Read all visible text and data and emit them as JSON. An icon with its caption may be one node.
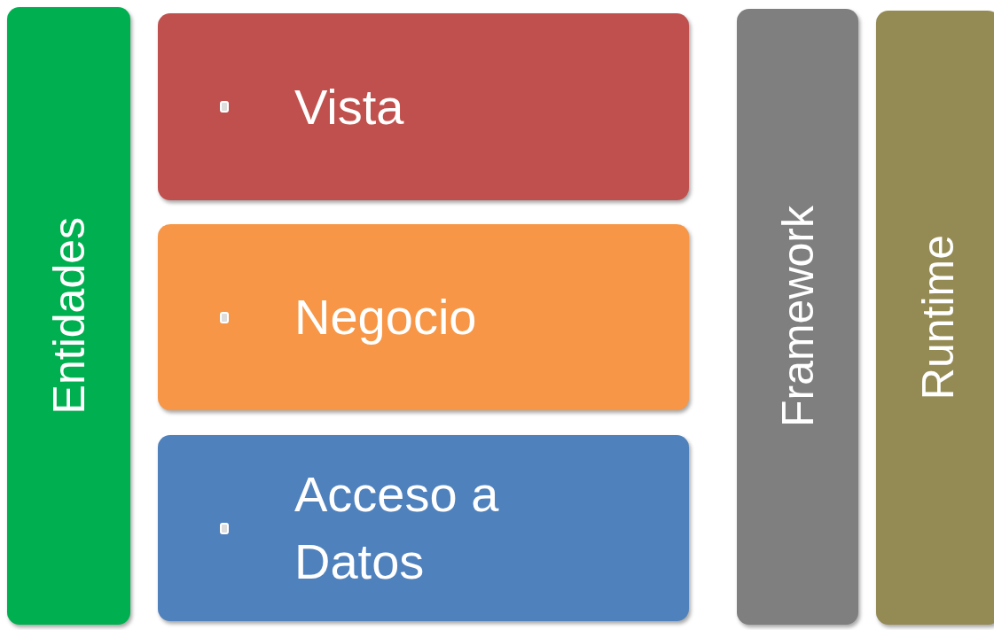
{
  "diagram": {
    "nodes": [
      {
        "text": [
          "Entidades"
        ]
      },
      {
        "text": [
          "Vista"
        ]
      },
      {
        "text": [
          "Negocio"
        ]
      },
      {
        "text": [
          "Acceso a Datos"
        ]
      },
      {
        "text": [
          "Framework"
        ]
      },
      {
        "text": [
          "Runtime"
        ]
      }
    ]
  }
}
